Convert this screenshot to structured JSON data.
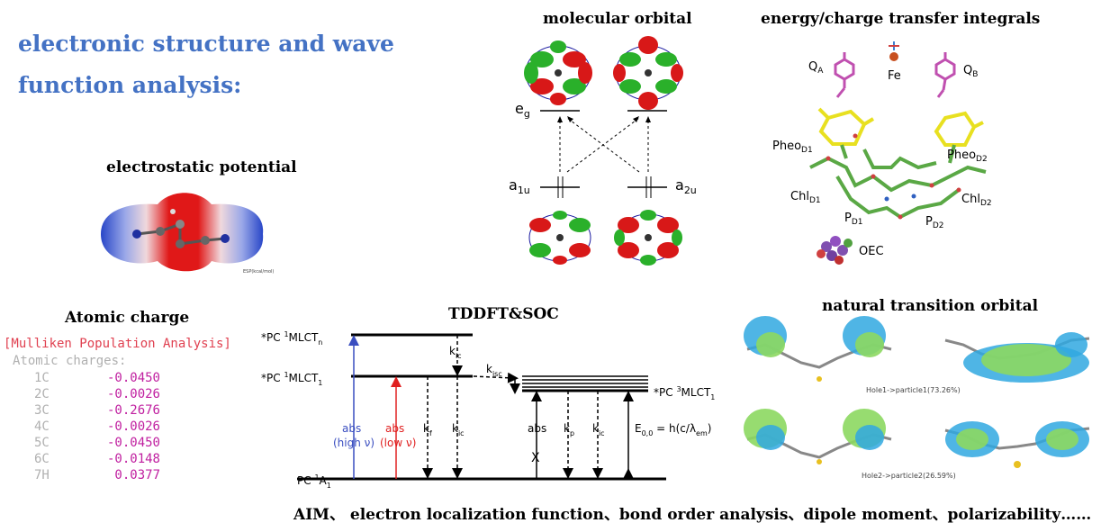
{
  "main_title": "electronic structure and wave function analysis:",
  "sections": {
    "esp": {
      "title": "electrostatic potential",
      "caption": "ESP(kcal/mol)"
    },
    "mo": {
      "title": "molecular orbital",
      "labels": {
        "eg": "e",
        "eg_sub": "g",
        "a1u": "a",
        "a1u_sub": "1u",
        "a2u": "a",
        "a2u_sub": "2u"
      }
    },
    "et": {
      "title": "energy/charge transfer integrals",
      "labels": {
        "qa": "Q",
        "qa_sub": "A",
        "fe": "Fe",
        "qb": "Q",
        "qb_sub": "B",
        "pheo1": "Pheo",
        "pheo1_sub": "D1",
        "pheo2": "Pheo",
        "pheo2_sub": "D2",
        "chl1": "Chl",
        "chl1_sub": "D1",
        "chl2": "Chl",
        "chl2_sub": "D2",
        "pd1": "P",
        "pd1_sub": "D1",
        "pd2": "P",
        "pd2_sub": "D2",
        "oec": "OEC"
      }
    },
    "charge": {
      "title": "Atomic charge",
      "header": "[Mulliken Population Analysis]",
      "subheader": "Atomic charges:",
      "rows": [
        {
          "atom": "1C",
          "value": "-0.0450"
        },
        {
          "atom": "2C",
          "value": "-0.0026"
        },
        {
          "atom": "3C",
          "value": "-0.2676"
        },
        {
          "atom": "4C",
          "value": "-0.0026"
        },
        {
          "atom": "5C",
          "value": "-0.0450"
        },
        {
          "atom": "6C",
          "value": "-0.0148"
        },
        {
          "atom": "7H",
          "value": "0.0377"
        }
      ]
    },
    "tddft": {
      "title": "TDDFT&SOC",
      "labels": {
        "mlctn": "*PC ",
        "mlctn_sup": "1",
        "mlctn_tail": "MLCT",
        "mlctn_sub": "n",
        "mlct1": "*PC ",
        "mlct1_sup": "1",
        "mlct1_tail": "MLCT",
        "mlct1_sub": "1",
        "ground": "PC ",
        "ground_sup": "1",
        "ground_tail": "A",
        "ground_sub": "1",
        "triplet": "*PC ",
        "triplet_sup": "3",
        "triplet_tail": "MLCT",
        "triplet_sub": "1",
        "abs_blue": "abs",
        "abs_blue_2": "(high ν)",
        "abs_red": "abs",
        "abs_red_2": "(low ν)",
        "kf": "k",
        "kf_sub": "f",
        "kic1": "k",
        "kic1_sub": "ic",
        "kic_top": "k",
        "kic_top_sub": "ic",
        "kisc": "k",
        "kisc_sub": "isc",
        "abs_t": "abs",
        "abs_t_x": "X",
        "kp": "k",
        "kp_sub": "p",
        "kic2": "k",
        "kic2_sub": "ic",
        "e00": "E",
        "e00_sub": "0,0",
        "e00_tail": " = h(c/λ",
        "e00_sub2": "em",
        "e00_end": ")"
      }
    },
    "nto": {
      "title": "natural transition orbital",
      "caption1": "Hole1->particle1(73.26%)",
      "caption2": "Hole2->particle2(26.59%)"
    }
  },
  "footer": "AIM、 electron localization function、bond order analysis、dipole moment、polarizability……",
  "colors": {
    "title_blue": "#4472c4",
    "abs_blue": "#3a4ec0",
    "abs_red": "#e02020",
    "orbital_red": "#d81818",
    "orbital_green": "#2ab02a",
    "nto_blue": "#30a8e0",
    "nto_green": "#8cd860",
    "chlorophyll": "#5aa845",
    "pheo_yellow": "#e8e020",
    "q_magenta": "#c050b0"
  }
}
